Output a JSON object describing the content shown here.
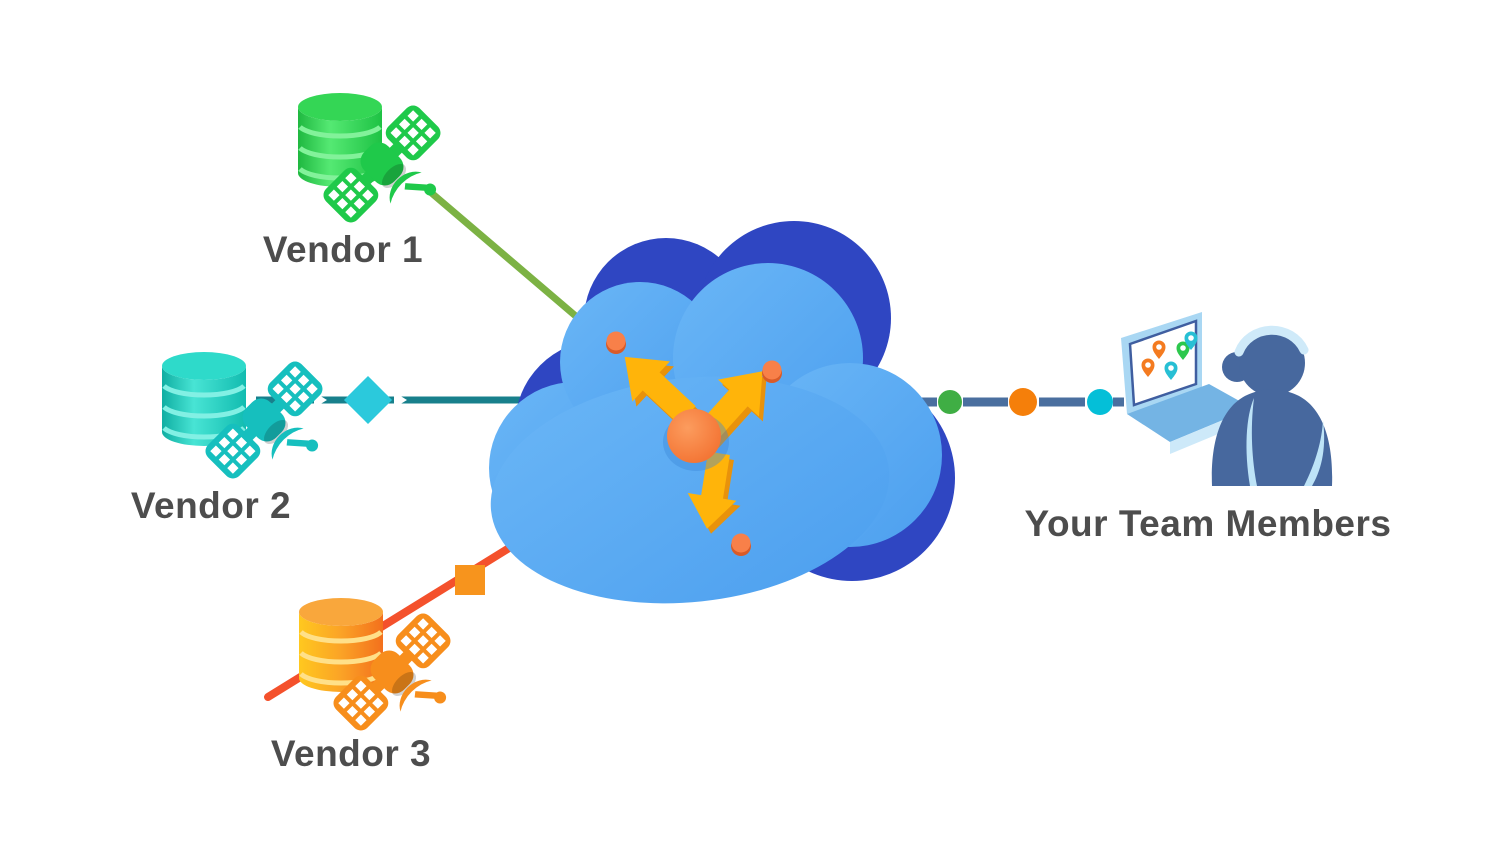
{
  "diagram": {
    "background": "#FFFFFF",
    "label_text_color": "#4D4D4D",
    "vendors": [
      {
        "id": "vendor1",
        "label": "Vendor 1",
        "color": "#1FC94A",
        "db_top": "#34D655",
        "line_color": "#7CB244"
      },
      {
        "id": "vendor2",
        "label": "Vendor 2",
        "color": "#16BFBE",
        "db_top": "#2EDACA",
        "line_color": "#18808C",
        "marker": "diamond",
        "marker_color": "#2BC9DC"
      },
      {
        "id": "vendor3",
        "label": "Vendor 3",
        "color": "#F78E1C",
        "db_top": "#F9A73C",
        "line_color": "#F4512C",
        "marker": "square",
        "marker_color": "#F7941D"
      }
    ],
    "cloud": {
      "front_color": "#55A9F2",
      "back_color": "#2F46C2",
      "arrow_color": "#FFB40A",
      "arrow_side_color": "#E8920B",
      "hub_color": "#F5793C",
      "dot_color": "#F5793C"
    },
    "team": {
      "label": "Your Team Members",
      "line_color": "#4A6F9F",
      "dot_colors": [
        "#3FAE44",
        "#F57F0A",
        "#04BFD8"
      ],
      "laptop_frame_color": "#A9D7F3",
      "laptop_base_color": "#74B4E4",
      "person_color": "#47689E",
      "headset_color": "#CFEAF9",
      "pin_colors": [
        "#F47B20",
        "#2DC84D",
        "#27BFD4"
      ]
    }
  }
}
